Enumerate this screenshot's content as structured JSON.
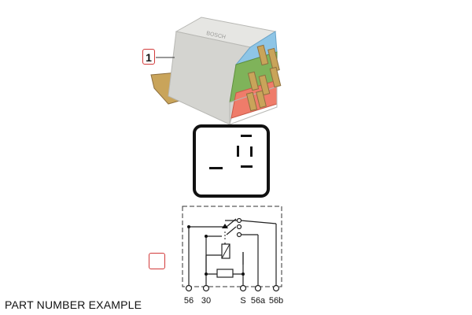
{
  "callout": {
    "number": "1"
  },
  "caption": "PART NUMBER EXAMPLE",
  "relay_label": {
    "text": "BOSCH"
  },
  "terminals": [
    {
      "id": "56",
      "label": "56"
    },
    {
      "id": "30",
      "label": "30"
    },
    {
      "id": "S",
      "label": "S"
    },
    {
      "id": "56a",
      "label": "56a"
    },
    {
      "id": "56b",
      "label": "56b"
    }
  ],
  "colors": {
    "callout_border": "#d23a3a",
    "relay_body": "#d9d9d6",
    "relay_blue": "#8ec5e6",
    "relay_green": "#7fb35a",
    "relay_red": "#ef7c6a",
    "pin_metal": "#c9a45a"
  }
}
